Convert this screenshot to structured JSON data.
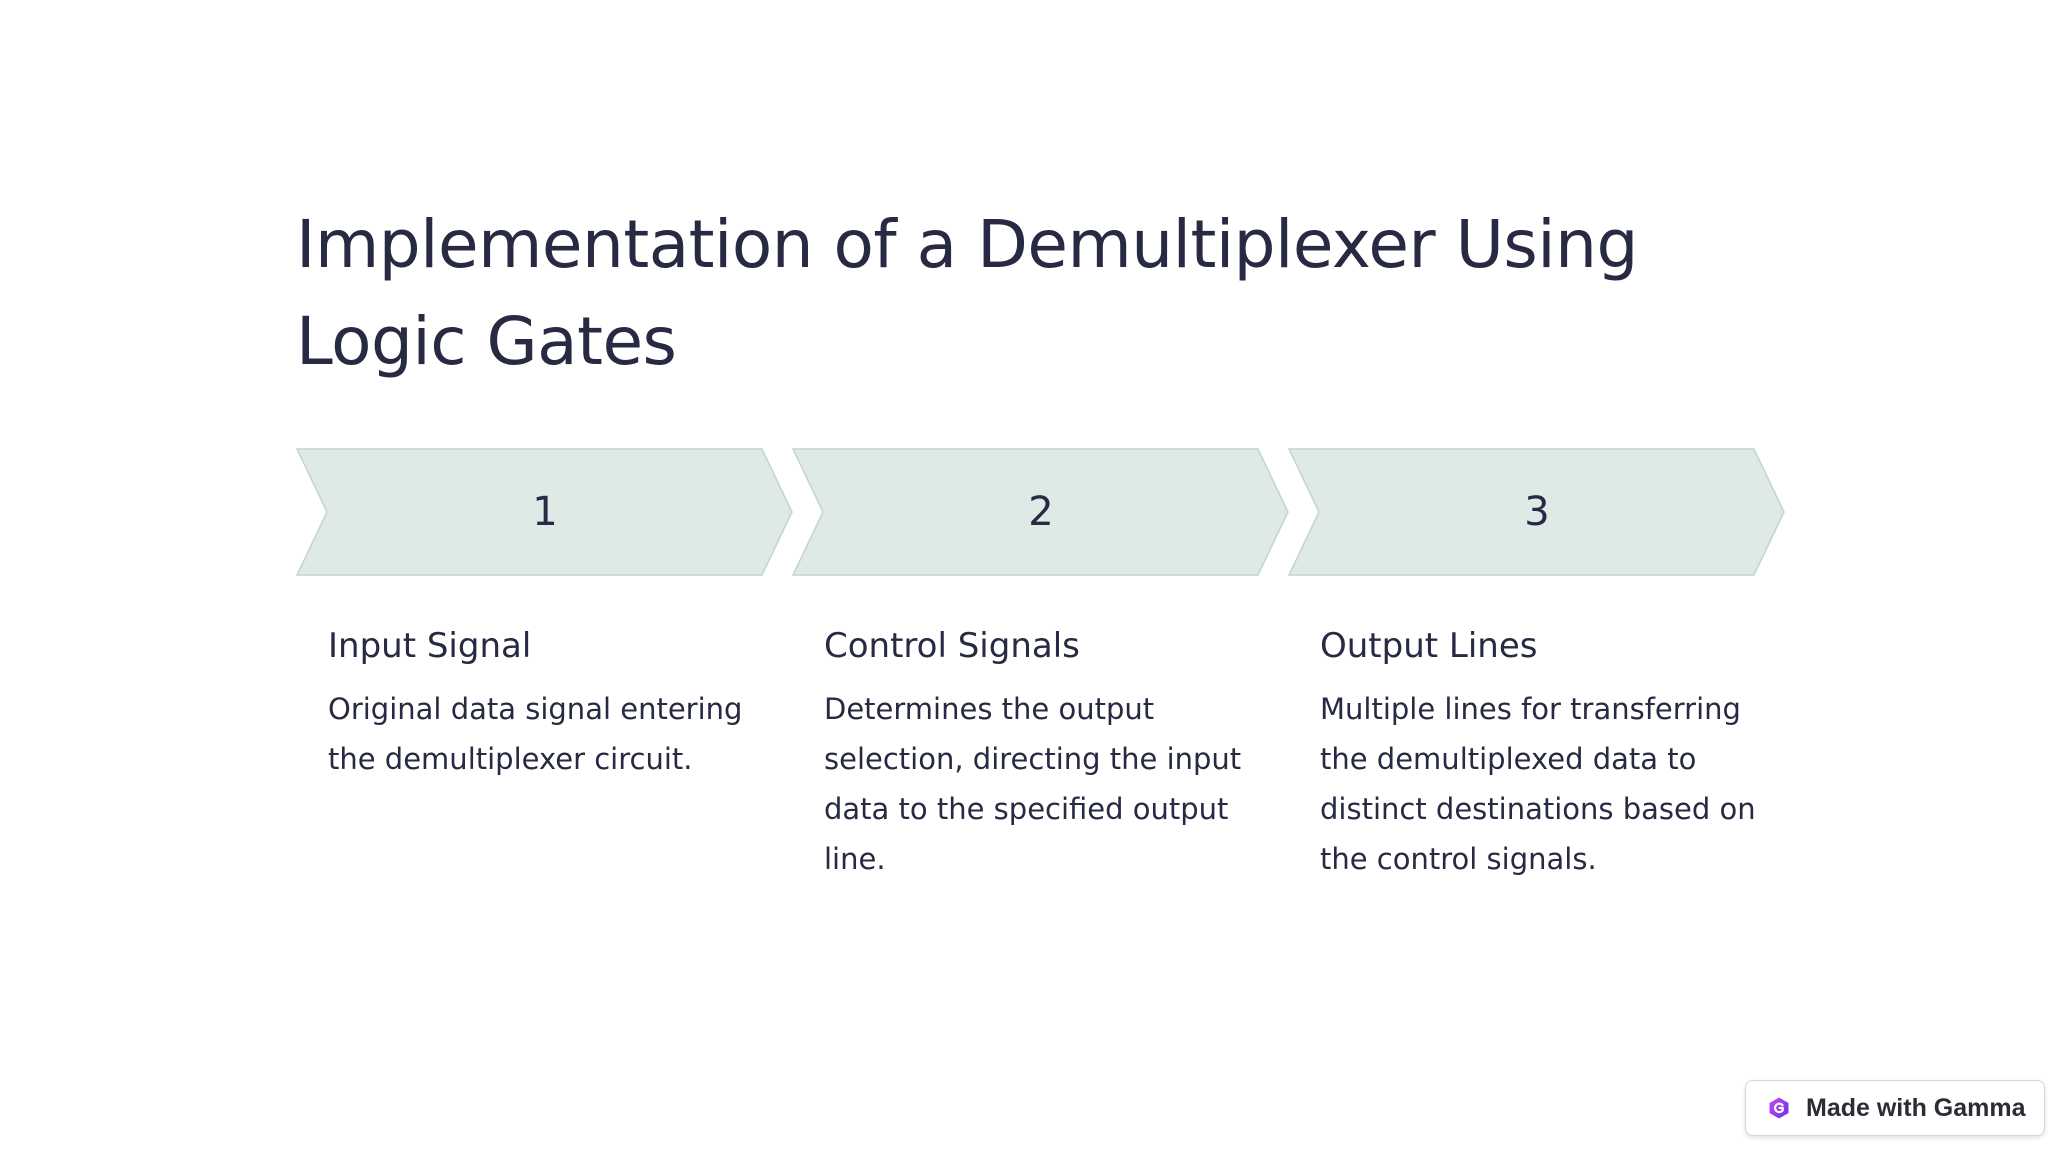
{
  "slide": {
    "title": "Implementation of a Demultiplexer Using Logic Gates"
  },
  "steps": [
    {
      "number": "1",
      "heading": "Input Signal",
      "description": "Original data signal entering the demultiplexer circuit."
    },
    {
      "number": "2",
      "heading": "Control Signals",
      "description": "Determines the output selection, directing the input data to the specified output line."
    },
    {
      "number": "3",
      "heading": "Output Lines",
      "description": "Multiple lines for transferring the demultiplexed data to distinct destinations based on the control signals."
    }
  ],
  "badge": {
    "label": "Made with Gamma",
    "icon": "gamma-logo-icon"
  },
  "colors": {
    "chevron_fill": "#deeae6",
    "chevron_stroke": "#c3d3ce",
    "text": "#272a42",
    "badge_accent": "#8b3ff0"
  }
}
